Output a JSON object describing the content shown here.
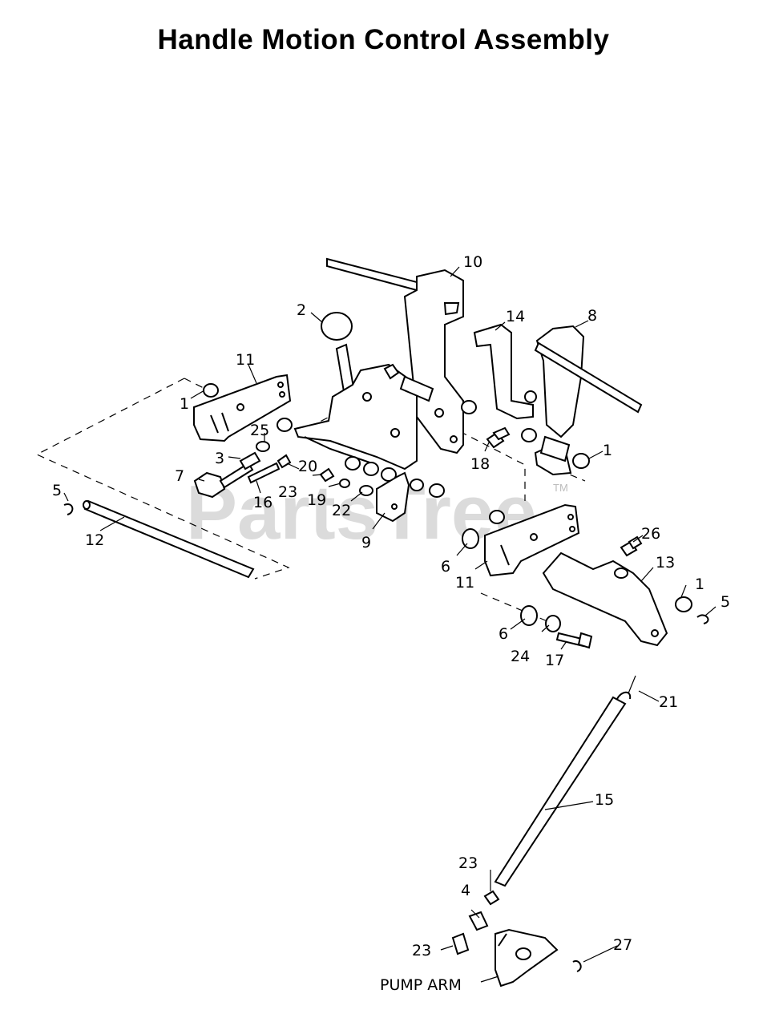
{
  "title": "Handle Motion Control Assembly",
  "watermark": "PartsTree",
  "trademark": "TM",
  "callouts": {
    "c1a": "1",
    "c1b": "1",
    "c1c": "1",
    "c2": "2",
    "c3": "3",
    "c4": "4",
    "c5a": "5",
    "c5b": "5",
    "c6a": "6",
    "c6b": "6",
    "c7": "7",
    "c8": "8",
    "c9": "9",
    "c10": "10",
    "c11a": "11",
    "c11b": "11",
    "c12": "12",
    "c13": "13",
    "c14": "14",
    "c15": "15",
    "c16": "16",
    "c17": "17",
    "c18": "18",
    "c19": "19",
    "c20": "20",
    "c21": "21",
    "c22": "22",
    "c23a": "23",
    "c23b": "23",
    "c23c": "23",
    "c24": "24",
    "c25": "25",
    "c26": "26",
    "c27": "27"
  },
  "pump_arm_label": "PUMP ARM"
}
